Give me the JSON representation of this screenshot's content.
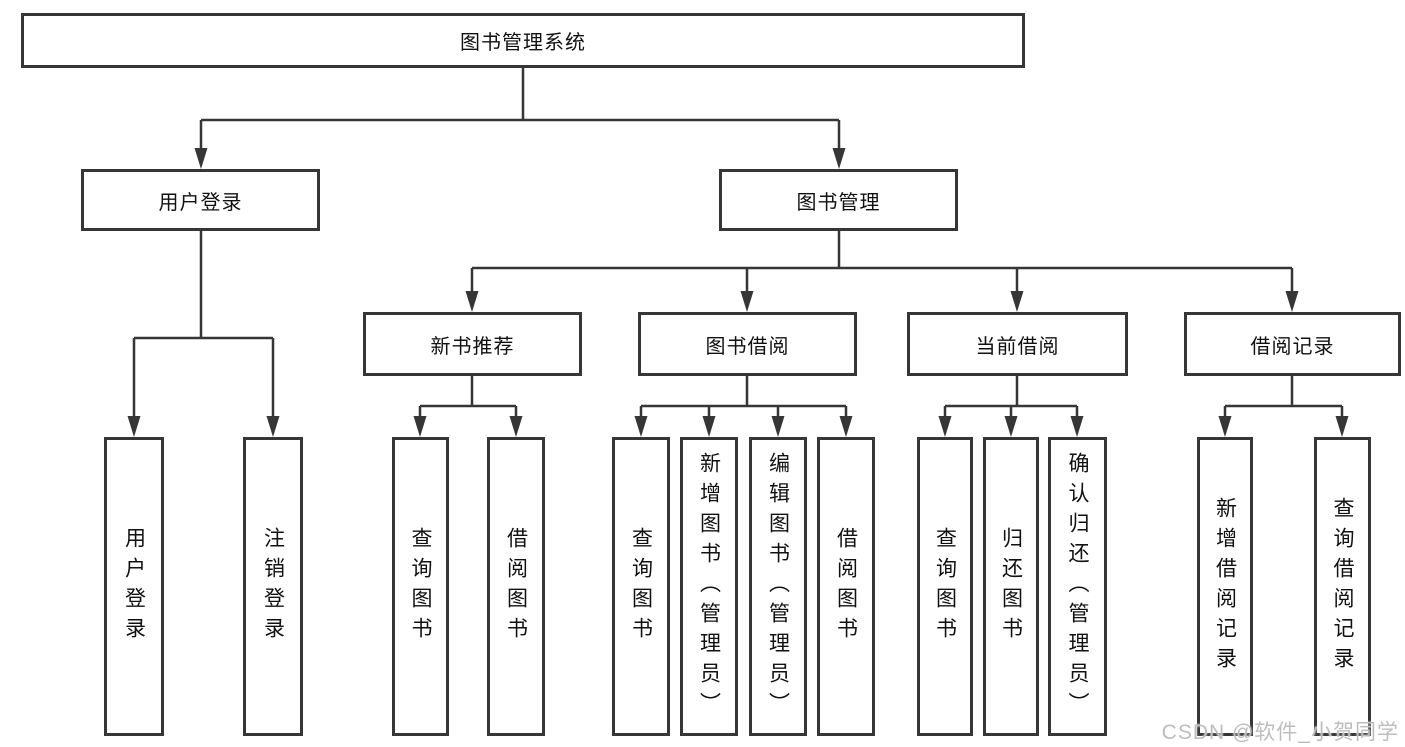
{
  "diagram": {
    "root": {
      "label": "图书管理系统"
    },
    "branches": [
      {
        "label": "用户登录",
        "children": [
          {
            "label": "用户登录"
          },
          {
            "label": "注销登录"
          }
        ]
      },
      {
        "label": "图书管理",
        "children": [
          {
            "label": "新书推荐",
            "children": [
              {
                "label": "查询图书"
              },
              {
                "label": "借阅图书"
              }
            ]
          },
          {
            "label": "图书借阅",
            "children": [
              {
                "label": "查询图书"
              },
              {
                "label": "新增图书（管理员）"
              },
              {
                "label": "编辑图书（管理员）"
              },
              {
                "label": "借阅图书"
              }
            ]
          },
          {
            "label": "当前借阅",
            "children": [
              {
                "label": "查询图书"
              },
              {
                "label": "归还图书"
              },
              {
                "label": "确认归还（管理员）"
              }
            ]
          },
          {
            "label": "借阅记录",
            "children": [
              {
                "label": "新增借阅记录"
              },
              {
                "label": "查询借阅记录"
              }
            ]
          }
        ]
      }
    ]
  },
  "watermark": {
    "text": "CSDN @软件_小贺同学"
  },
  "colors": {
    "line": "#363636",
    "box_border": "#363636",
    "text": "#111111",
    "background": "#ffffff",
    "watermark": "#bdbdbd"
  }
}
